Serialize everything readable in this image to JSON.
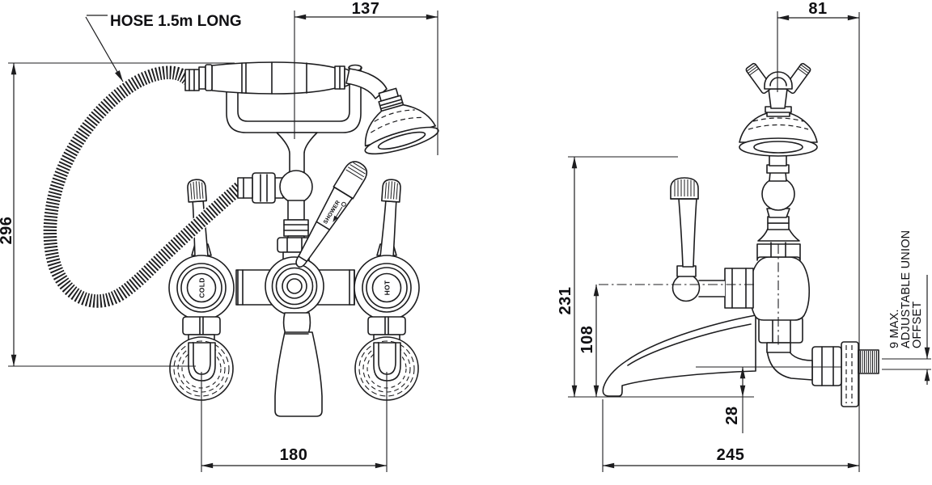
{
  "meta": {
    "description": "Technical drawing of a traditional bath shower mixer tap: front elevation and side elevation with millimetre dimensions"
  },
  "colors": {
    "background": "#ffffff",
    "line": "#1d1d1f",
    "text": "#0f0f12"
  },
  "front_view": {
    "hose_note": "HOSE 1.5m LONG",
    "dim_width_head": "137",
    "dim_height": "296",
    "dim_valve_centres": "180",
    "label_cold": "COLD",
    "label_hot": "HOT",
    "label_diverter": "SHOWER"
  },
  "side_view": {
    "dim_head_to_wall": "81",
    "dim_height_to_handle": "231",
    "dim_spout_height": "108",
    "dim_outlet_drop": "28",
    "dim_projection": "245",
    "union_note": {
      "line1": "9 MAX.",
      "line2": "ADJUSTABLE UNION",
      "line3": "OFFSET"
    }
  }
}
